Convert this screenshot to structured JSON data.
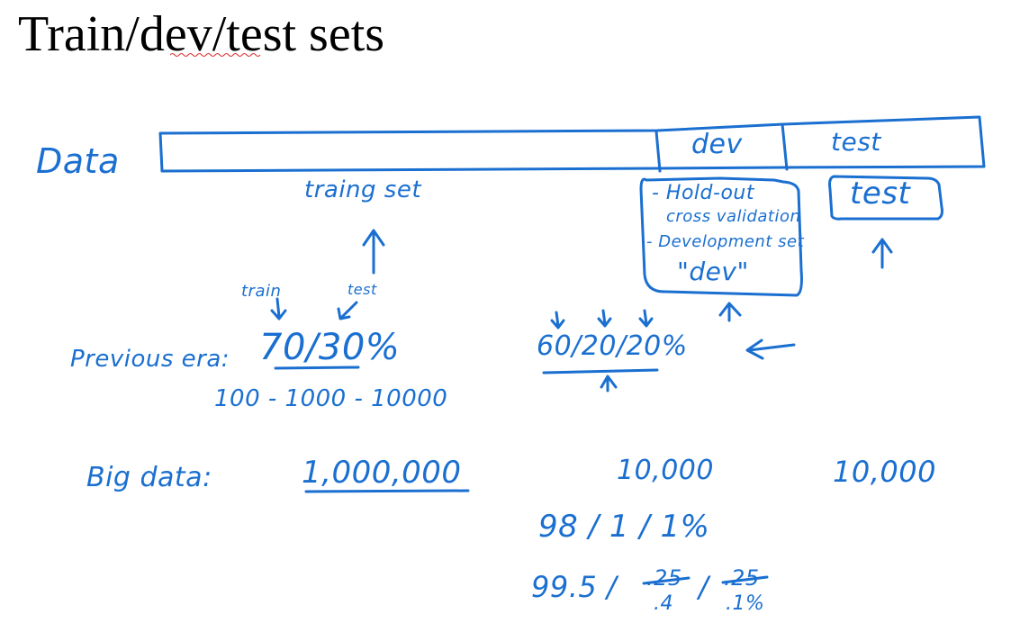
{
  "slide": {
    "title": "Train/dev/test sets"
  },
  "colors": {
    "ink": "#1a6fd0",
    "title_text": "#000000",
    "spellcheck_underline": "#e03030"
  },
  "bar": {
    "row_label": "Data",
    "dev_label": "dev",
    "test_label": "test",
    "training_label": "traing set"
  },
  "dev_notes": {
    "line1": "- Hold-out",
    "line2": "cross validation",
    "line3": "- Development set",
    "line4": "\"dev\""
  },
  "test_box": {
    "label": "test"
  },
  "previous_era": {
    "label": "Previous era:",
    "train_tag": "train",
    "test_tag": "test",
    "split_two": "70/30%",
    "split_three": "60/20/20%",
    "sizes": "100 - 1000 - 10000"
  },
  "big_data": {
    "label": "Big data:",
    "train_size": "1,000,000",
    "dev_size": "10,000",
    "test_size": "10,000",
    "ratio_1": "98 / 1 / 1%",
    "ratio_2_head": "99.5 /",
    "ratio_2_struck_a": ".25",
    "ratio_2_mid": "/",
    "ratio_2_struck_b": ".25",
    "ratio_2_low_a": ".4",
    "ratio_2_low_b": ".1%"
  }
}
